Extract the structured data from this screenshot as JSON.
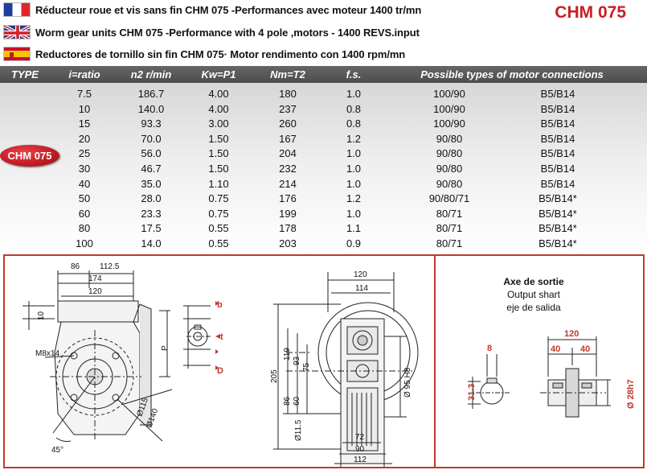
{
  "header": {
    "title": "CHM 075",
    "lines": [
      {
        "flag": "france-flag-icon",
        "text": "Réducteur roue et vis sans fin CHM 075 -Performances avec moteur 1400 tr/mn"
      },
      {
        "flag": "uk-flag-icon",
        "text": "Worm gear units  CHM 075 -Performance with 4 pole ,motors - 1400 REVS.input"
      },
      {
        "flag": "spain-flag-icon",
        "text": "Reductores de tornillo sin fin CHM 075· Motor rendimento con 1400 rpm/mn"
      }
    ]
  },
  "table": {
    "columns": [
      "TYPE",
      "i=ratio",
      "n2 r/min",
      "Kw=P1",
      "Nm=T2",
      "f.s.",
      "Possible types of motor connections"
    ],
    "type_label": "CHM 075",
    "rows": [
      [
        "7.5",
        "186.7",
        "4.00",
        "180",
        "1.0",
        "100/90",
        "B5/B14"
      ],
      [
        "10",
        "140.0",
        "4.00",
        "237",
        "0.8",
        "100/90",
        "B5/B14"
      ],
      [
        "15",
        "93.3",
        "3.00",
        "260",
        "0.8",
        "100/90",
        "B5/B14"
      ],
      [
        "20",
        "70.0",
        "1.50",
        "167",
        "1.2",
        "90/80",
        "B5/B14"
      ],
      [
        "25",
        "56.0",
        "1.50",
        "204",
        "1.0",
        "90/80",
        "B5/B14"
      ],
      [
        "30",
        "46.7",
        "1.50",
        "232",
        "1.0",
        "90/80",
        "B5/B14"
      ],
      [
        "40",
        "35.0",
        "1.10",
        "214",
        "1.0",
        "90/80",
        "B5/B14"
      ],
      [
        "50",
        "28.0",
        "0.75",
        "176",
        "1.2",
        "90/80/71",
        "B5/B14*"
      ],
      [
        "60",
        "23.3",
        "0.75",
        "199",
        "1.0",
        "80/71",
        "B5/B14*"
      ],
      [
        "80",
        "17.5",
        "0.55",
        "178",
        "1.1",
        "80/71",
        "B5/B14*"
      ],
      [
        "100",
        "14.0",
        "0.55",
        "203",
        "0.9",
        "80/71",
        "B5/B14*"
      ]
    ]
  },
  "drawing_front": {
    "dims": {
      "d86": "86",
      "d112_5": "112.5",
      "d174": "174",
      "d120": "120",
      "d10": "10",
      "thread": "M8x14",
      "angle": "45°",
      "dia115": "Ø115",
      "dia140": "Ø140",
      "b": "b",
      "t": "t",
      "D": "D",
      "P": "P"
    }
  },
  "drawing_side": {
    "dims": {
      "d120": "120",
      "d114": "114",
      "d205": "205",
      "d119": "119",
      "d93": "93",
      "d75": "75",
      "d86": "86",
      "d60": "60",
      "d11_5": "Ø11.5",
      "d72": "72",
      "d90": "90",
      "d112": "112",
      "dia95": "Ø 95 H8"
    }
  },
  "drawing_shaft": {
    "title": "Axe de sortie",
    "subtitle_en": "Output shart",
    "subtitle_es": "eje de salida",
    "dims": {
      "key": "8",
      "height": "31.3",
      "total": "120",
      "left": "40",
      "right": "40",
      "dia": "Ø 28h7"
    }
  }
}
